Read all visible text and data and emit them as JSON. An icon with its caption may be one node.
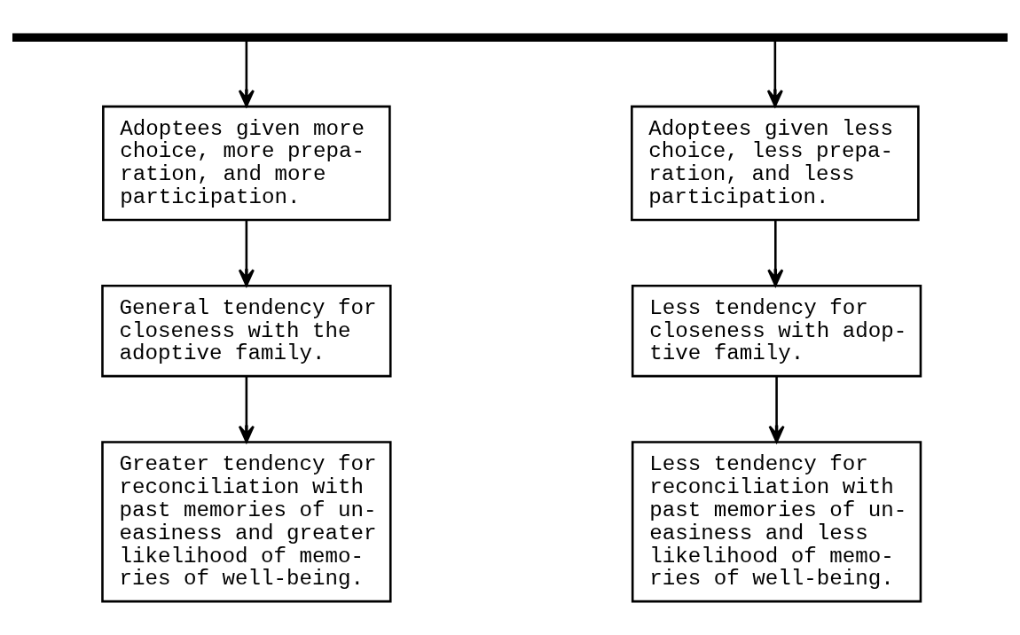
{
  "diagram": {
    "nodes": [
      {
        "text": [],
        "shape": "bar"
      },
      {
        "text": [
          "Adoptees given more choice, more prepa- ration, and more participation."
        ]
      },
      {
        "text": [
          "Adoptees given less choice, less prepa- ration, and less participation."
        ]
      },
      {
        "text": [
          "General tendency for closeness with the adoptive family."
        ]
      },
      {
        "text": [
          "Less tendency for closeness with adop- tive family."
        ]
      },
      {
        "text": [
          "Greater tendency for reconciliation with past memories of un- easiness and greater likelihood of memo- ries of well-being."
        ]
      },
      {
        "text": [
          "Less tendency for reconciliation with past memories of un- easiness and less likelihood of memo- ries of well-being."
        ]
      }
    ],
    "edges": [
      {
        "from": 0,
        "to": 1,
        "arrow": "to"
      },
      {
        "from": 0,
        "to": 2,
        "arrow": "to"
      },
      {
        "from": 1,
        "to": 3,
        "arrow": "to"
      },
      {
        "from": 3,
        "to": 5,
        "arrow": "to"
      },
      {
        "from": 2,
        "to": 4,
        "arrow": "to"
      },
      {
        "from": 4,
        "to": 6,
        "arrow": "to"
      }
    ]
  }
}
